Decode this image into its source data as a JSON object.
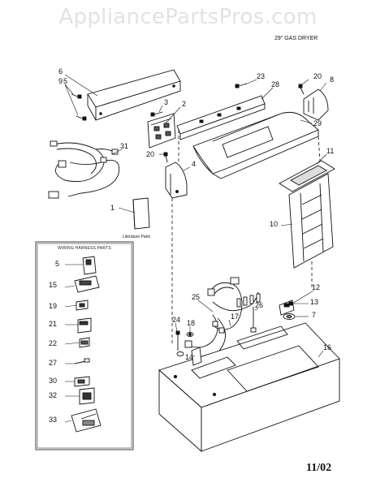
{
  "watermark": "AppliancePartsPros.com",
  "header": {
    "subtitle": "29\" GAS DRYER"
  },
  "footer": {
    "date": "11/02"
  },
  "literature": {
    "caption": "Literature Parts"
  },
  "legend": {
    "title": "WIRING HARNESS PARTS",
    "items": [
      "5",
      "15",
      "19",
      "21",
      "22",
      "27",
      "30",
      "32",
      "33"
    ]
  },
  "callouts": {
    "c6": "6",
    "c9": "9",
    "c5": "5",
    "c3": "3",
    "c2": "2",
    "c23": "23",
    "c28": "28",
    "c20a": "20",
    "c8": "8",
    "c29": "29",
    "c31": "31",
    "c20b": "20",
    "c4": "4",
    "c11": "11",
    "c1": "1",
    "c10": "10",
    "c12": "12",
    "c25": "25",
    "c13": "13",
    "c26": "26",
    "c7": "7",
    "c17": "17",
    "c24": "24",
    "c18": "18",
    "c16": "16",
    "c14": "14"
  }
}
